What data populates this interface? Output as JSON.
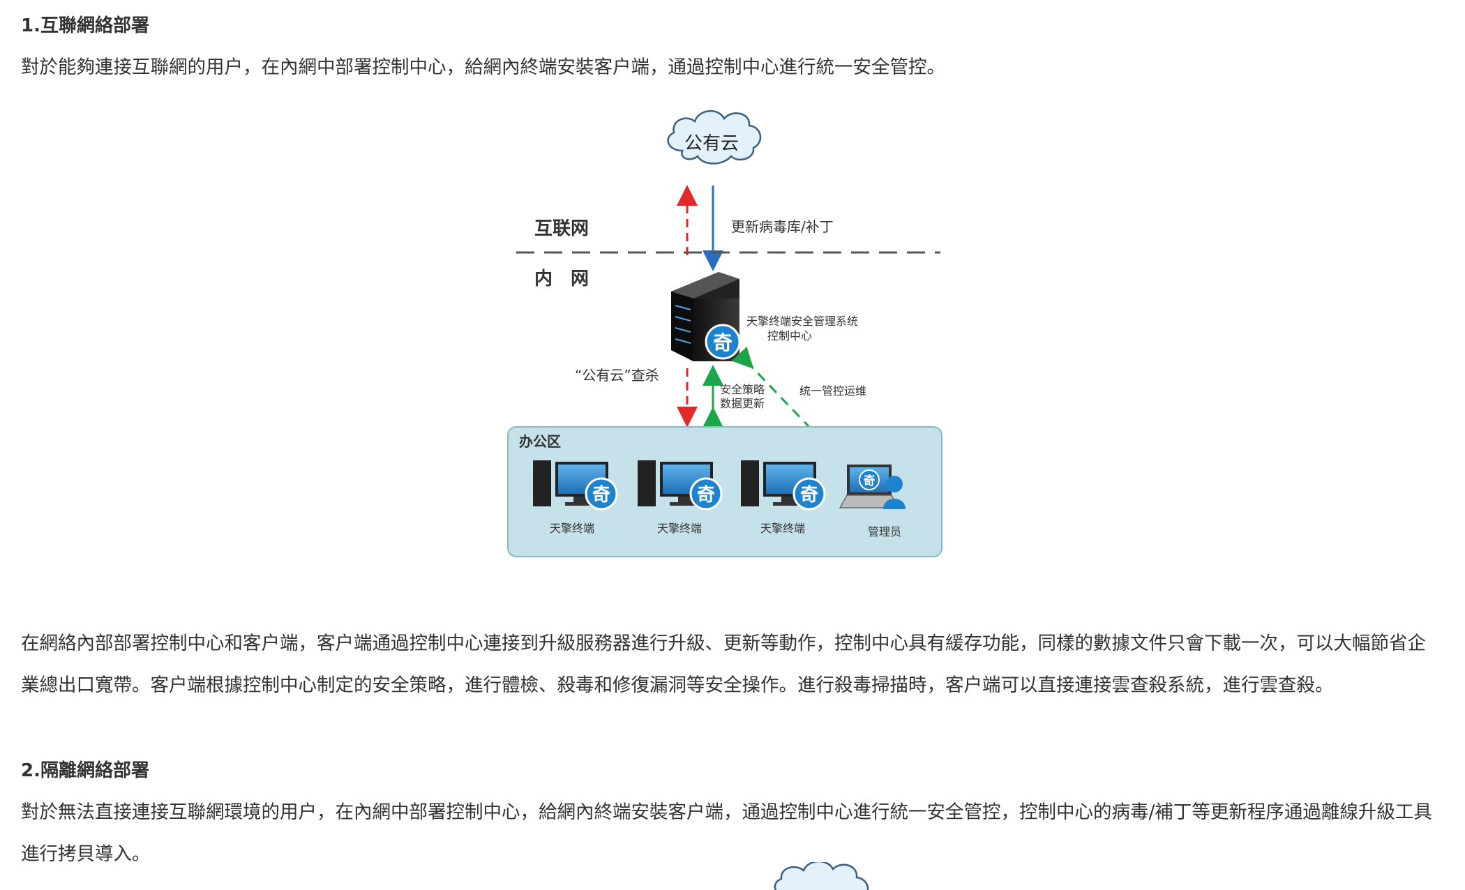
{
  "section1": {
    "heading": "1.互聯網絡部署",
    "intro": "對於能夠連接互聯網的用户，在內網中部署控制中心，給網內終端安裝客户端，通過控制中心進行統一安全管控。",
    "diagram": {
      "cloud_label": "公有云",
      "internet_label": "互联网",
      "intranet_label": "内　网",
      "update_label": "更新病毒库/补丁",
      "server_label_line1": "天擎终端安全管理系统",
      "server_label_line2": "控制中心",
      "qi_glyph": "奇",
      "cloud_scan_label": "“公有云”查杀",
      "policy_label_line1": "安全策略",
      "policy_label_line2": "数据更新",
      "ops_label": "统一管控运维",
      "office_label": "办公区",
      "terminal_label": "天擎终端",
      "admin_label": "管理员"
    },
    "body": "在網絡內部部署控制中心和客户端，客户端通過控制中心連接到升級服務器進行升級、更新等動作，控制中心具有緩存功能，同樣的數據文件只會下載一次，可以大幅節省企業總出口寬帶。客户端根據控制中心制定的安全策略，進行體檢、殺毒和修復漏洞等安全操作。進行殺毒掃描時，客户端可以直接連接雲查殺系統，進行雲查殺。"
  },
  "section2": {
    "heading": "2.隔離網絡部署",
    "intro": "對於無法直接連接互聯網環境的用户，在內網中部署控制中心，給網內終端安裝客户端，通過控制中心進行統一安全管控，控制中心的病毒/補丁等更新程序通過離線升級工具進行拷貝導入。"
  },
  "colors": {
    "text": "#333333",
    "office_fill": "#c5e1ea",
    "office_border": "#8fb8c6",
    "red_arrow": "#e02a2a",
    "blue_arrow": "#2a6fbf",
    "green_arrow": "#1ea54a",
    "cloud_fill": "#e3f1fa",
    "cloud_stroke": "#3a5f80",
    "badge": "#1e83cf"
  }
}
